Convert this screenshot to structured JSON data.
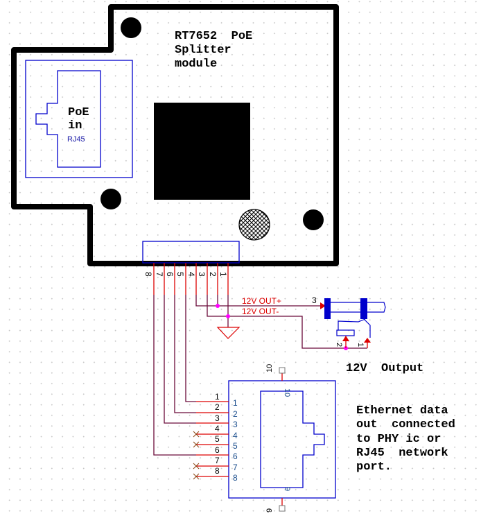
{
  "module": {
    "title_lines": [
      "RT7652  PoE",
      "Splitter",
      "module"
    ],
    "poe_in_lines": [
      "PoE",
      "in"
    ],
    "poe_in_part": "RJ45"
  },
  "header_pins": [
    "8",
    "7",
    "6",
    "5",
    "4",
    "3",
    "2",
    "1"
  ],
  "nets": {
    "out_plus": "12V OUT+",
    "out_minus": "12V OUT-"
  },
  "dc_jack": {
    "pin_labels": [
      "3",
      "2",
      "1"
    ],
    "caption": "12V  Output"
  },
  "ethernet": {
    "wire_labels": [
      "1",
      "2",
      "3",
      "4",
      "5",
      "6",
      "7",
      "8"
    ],
    "pin_numbers": [
      "1",
      "2",
      "3",
      "4",
      "5",
      "6",
      "7",
      "8"
    ],
    "top_pin": "10",
    "bottom_pin": "9",
    "inner_top": "10",
    "inner_bottom": "9",
    "note_lines": [
      "Ethernet data",
      "out  connected",
      "to PHY ic or",
      "RJ45  network",
      "port."
    ]
  },
  "colors": {
    "board": "#000000",
    "component": "#0000cc",
    "pin": "#dd0000",
    "wire": "#6b0a3a",
    "junction": "#ff00ff",
    "noconnect": "#8b4513",
    "pin_text": "#1a4d8c"
  }
}
